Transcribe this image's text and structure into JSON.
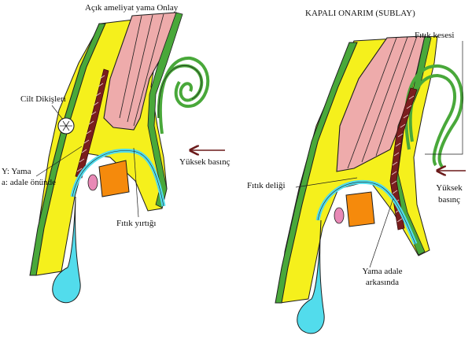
{
  "left_panel": {
    "title": "Açık ameliyat yama Onlay",
    "labels": {
      "skin_sutures": "Cilt Dikişleri",
      "mesh_line1": "Y: Yama",
      "mesh_line2": "a: adale önünde",
      "hernia_tear": "Fıtık yırtığı",
      "high_pressure": "Yüksek basınç"
    }
  },
  "right_panel": {
    "title": "KAPALI ONARIM (SUBLAY)",
    "labels": {
      "hernia_sac": "Fıtık kesesi",
      "hernia_hole": "Fıtık deliği",
      "high_pressure_line1": "Yüksek",
      "high_pressure_line2": "basınç",
      "mesh_line1": "Yama adale",
      "mesh_line2": "arkasında"
    }
  },
  "colors": {
    "fat_yellow": "#f5f01c",
    "skin_green": "#49a83a",
    "muscle_pink": "#eeabab",
    "mesh_brown": "#7a1e1e",
    "peritoneum_cyan": "#52dcec",
    "organ_orange": "#f58a0c",
    "organ_pink": "#e889b6",
    "arrow_brown": "#6b1a1a",
    "outline": "#1e1e1e"
  }
}
